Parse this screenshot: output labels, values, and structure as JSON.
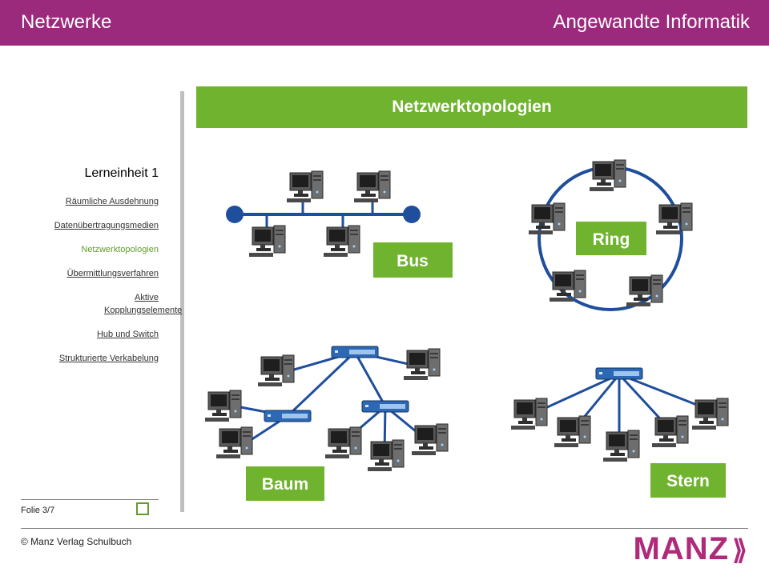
{
  "header": {
    "left_title": "Netzwerke",
    "right_title": "Angewandte Informatik"
  },
  "sidebar": {
    "title": "Lerneinheit 1",
    "items": [
      {
        "label": "Räumliche Ausdehnung",
        "active": false
      },
      {
        "label": "Datenübertragungsmedien",
        "active": false
      },
      {
        "label": "Netzwerktopologien",
        "active": true
      },
      {
        "label": "Übermittlungsverfahren",
        "active": false
      },
      {
        "label": "Aktive Kopplungselemente",
        "active": false
      },
      {
        "label": "Hub und Switch",
        "active": false
      },
      {
        "label": "Strukturierte Verkabelung",
        "active": false
      }
    ]
  },
  "slide": {
    "folie": "Folie 3/7"
  },
  "footer": {
    "copyright": "© Manz Verlag Schulbuch",
    "logo_text": "MANZ"
  },
  "main": {
    "banner": "Netzwerktopologien",
    "labels": {
      "bus": "Bus",
      "ring": "Ring",
      "baum": "Baum",
      "stern": "Stern"
    }
  },
  "colors": {
    "header": "#9b2a7c",
    "accent_green": "#70b32f",
    "cable_blue": "#1f4e9c",
    "brand": "#b02a7a"
  }
}
